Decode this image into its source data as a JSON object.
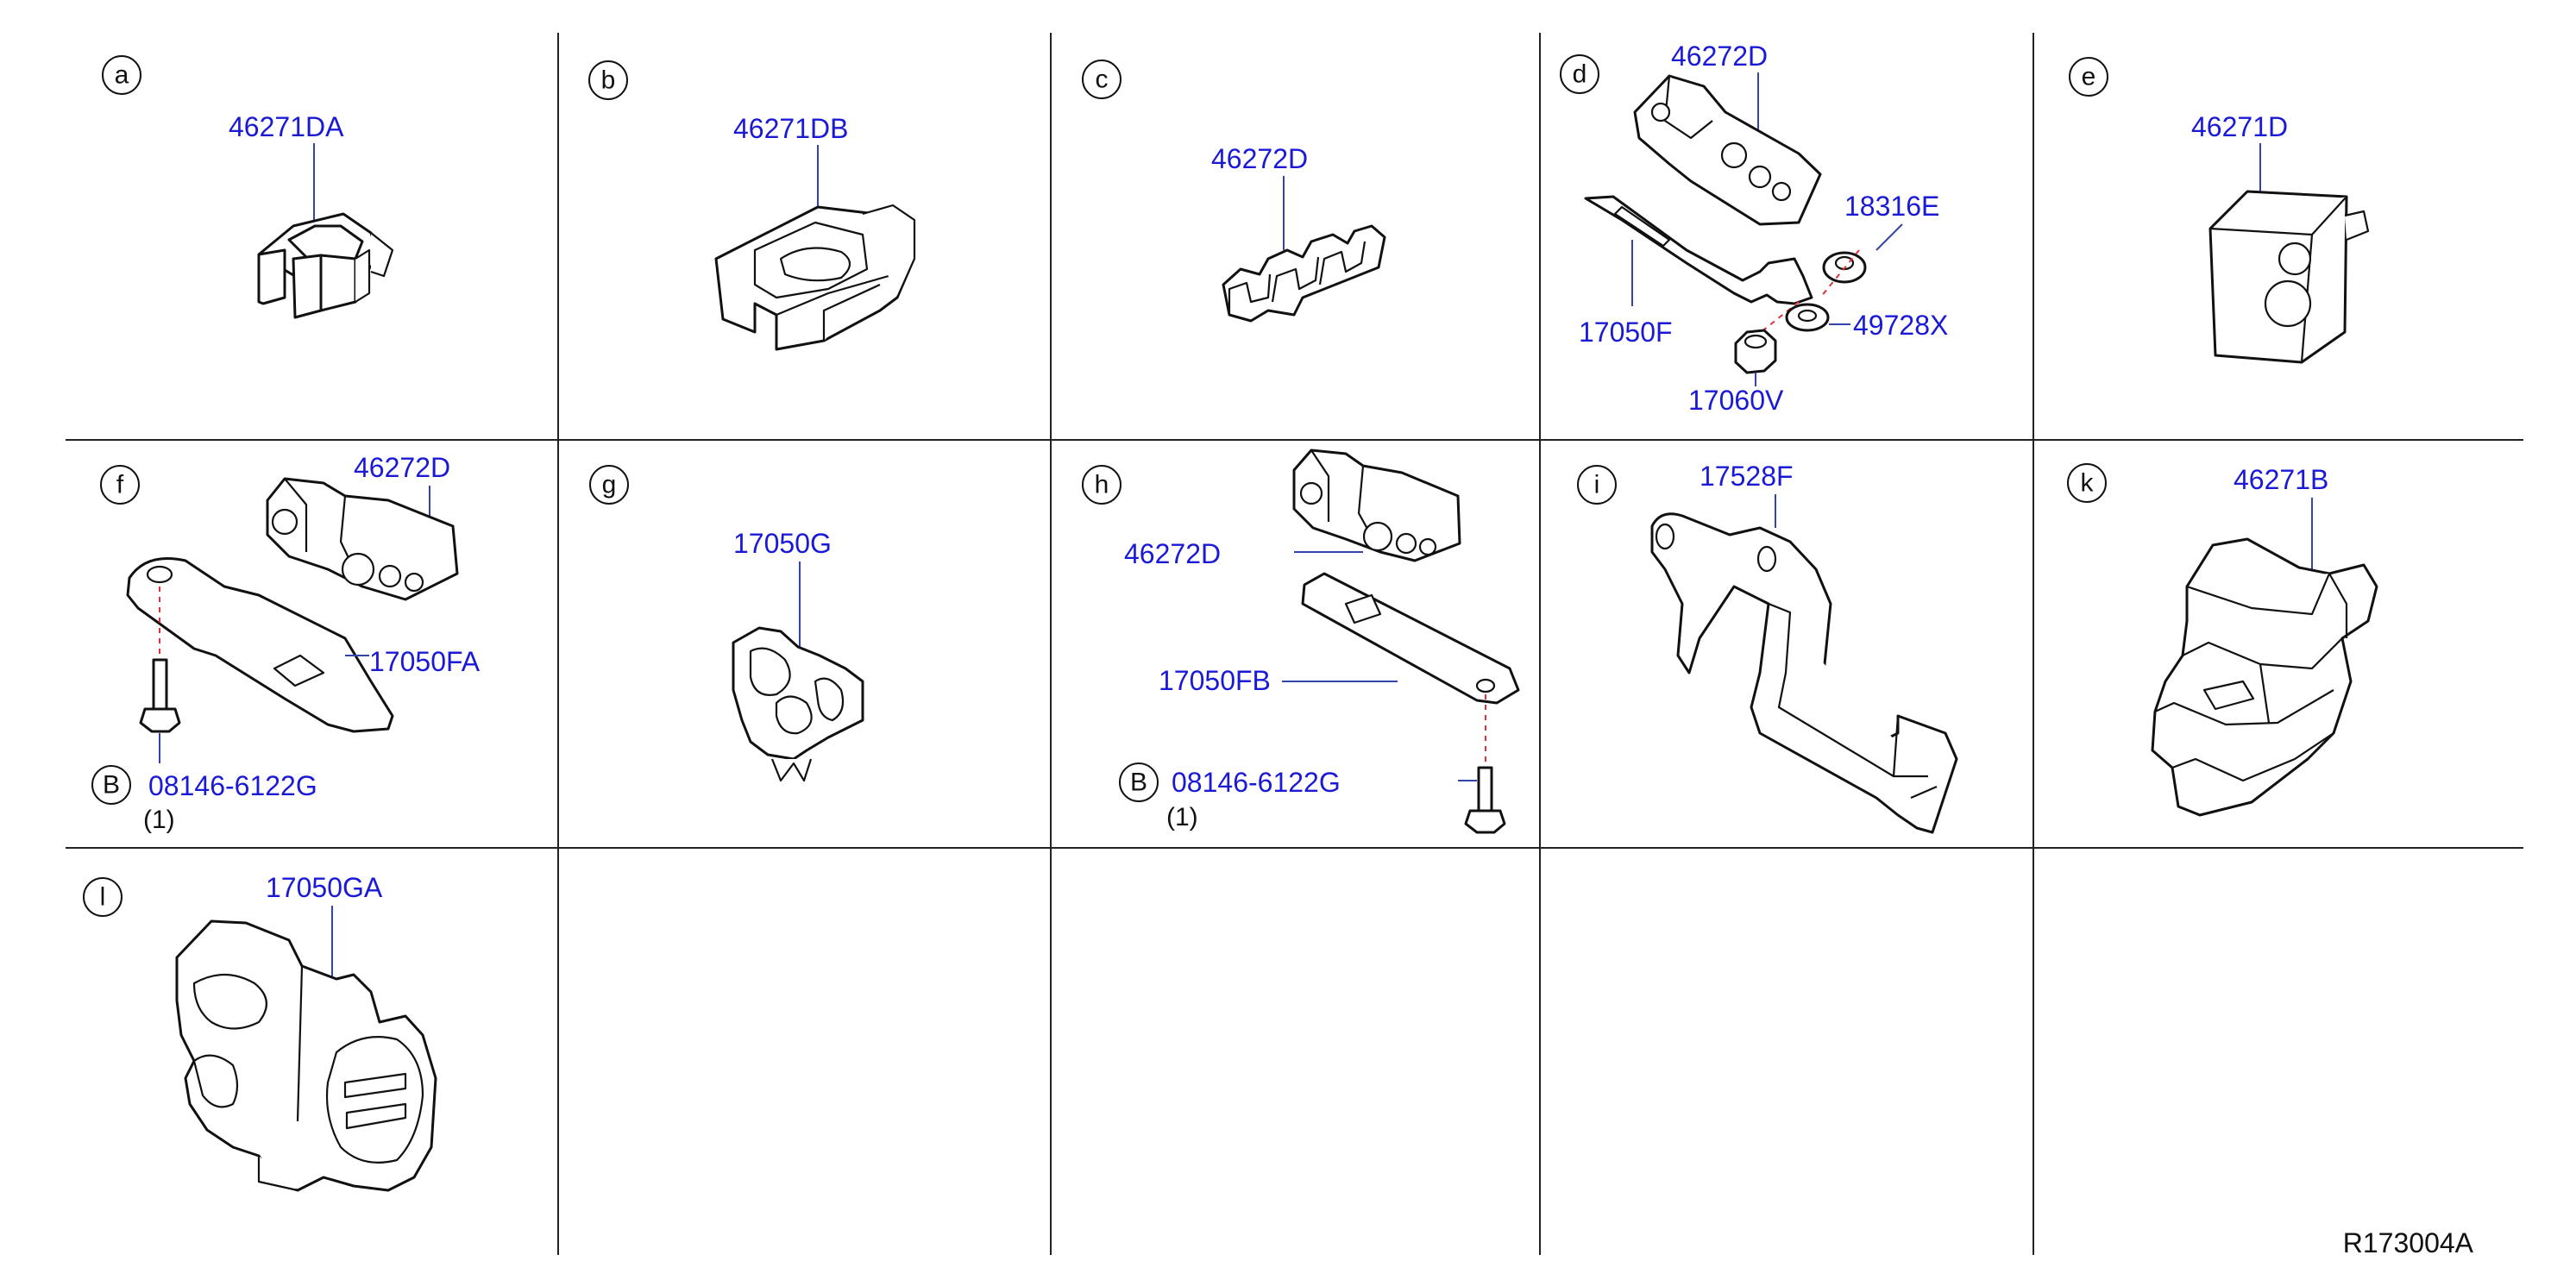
{
  "panels": [
    {
      "letter": "a",
      "parts": [
        "46271DA"
      ]
    },
    {
      "letter": "b",
      "parts": [
        "46271DB"
      ]
    },
    {
      "letter": "c",
      "parts": [
        "46272D"
      ]
    },
    {
      "letter": "d",
      "parts": [
        "46272D",
        "18316E",
        "17050F",
        "49728X",
        "17060V"
      ]
    },
    {
      "letter": "e",
      "parts": [
        "46271D"
      ]
    },
    {
      "letter": "f",
      "parts": [
        "46272D",
        "17050FA",
        "08146-6122G"
      ],
      "ref": "B",
      "qty": "(1)"
    },
    {
      "letter": "g",
      "parts": [
        "17050G"
      ]
    },
    {
      "letter": "h",
      "parts": [
        "46272D",
        "17050FB",
        "08146-6122G"
      ],
      "ref": "B",
      "qty": "(1)"
    },
    {
      "letter": "i",
      "parts": [
        "17528F"
      ]
    },
    {
      "letter": "k",
      "parts": [
        "46271B"
      ]
    },
    {
      "letter": "l",
      "parts": [
        "17050GA"
      ]
    }
  ],
  "diagram_id": "R173004A",
  "colors": {
    "part_number": "#1a1ad6",
    "grid_line": "#222222",
    "fastener_dash": "#e0303a"
  }
}
